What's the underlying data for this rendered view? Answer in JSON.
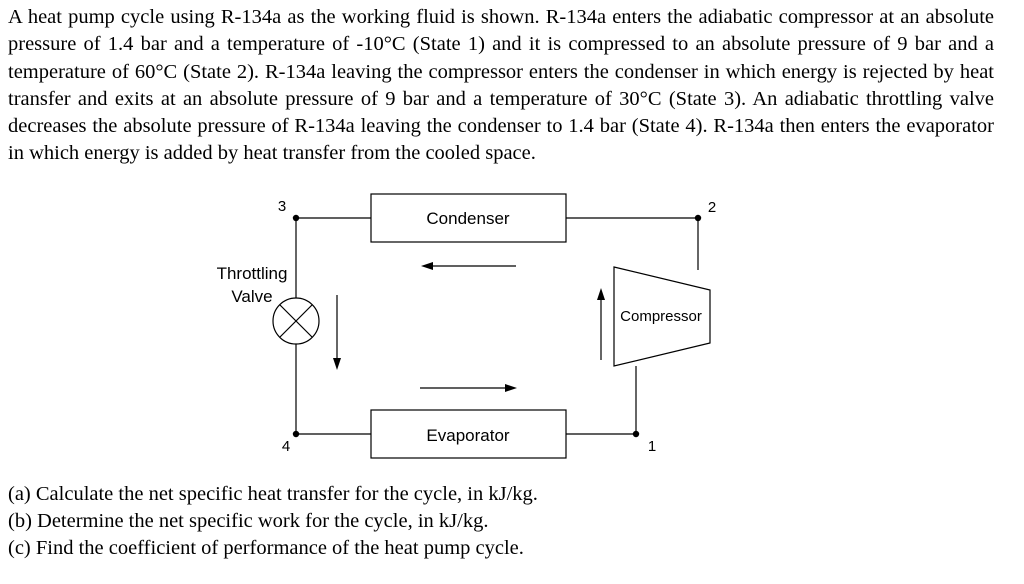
{
  "problem": {
    "text": "A heat pump cycle using R-134a as the working fluid is shown. R-134a enters the adiabatic compressor at an absolute pressure of 1.4 bar and a temperature of -10°C (State 1) and it is compressed to an absolute pressure of 9 bar and a temperature of 60°C (State 2). R-134a leaving the compressor enters the condenser in which energy is rejected by heat transfer and exits at an absolute pressure of 9 bar and a temperature of 30°C (State 3). An adiabatic throttling valve decreases the absolute pressure of R-134a leaving the condenser to 1.4 bar (State 4). R-134a then enters the evaporator in which energy is added by heat transfer from the cooled space."
  },
  "diagram": {
    "condenser_label": "Condenser",
    "evaporator_label": "Evaporator",
    "compressor_label": "Compressor",
    "valve_label_line1": "Throttling",
    "valve_label_line2": "Valve",
    "state_1": "1",
    "state_2": "2",
    "state_3": "3",
    "state_4": "4"
  },
  "questions": [
    "(a) Calculate the net specific heat transfer for the cycle, in kJ/kg.",
    "(b) Determine the net specific work for the cycle, in kJ/kg.",
    "(c) Find the coefficient of performance of the heat pump cycle."
  ]
}
